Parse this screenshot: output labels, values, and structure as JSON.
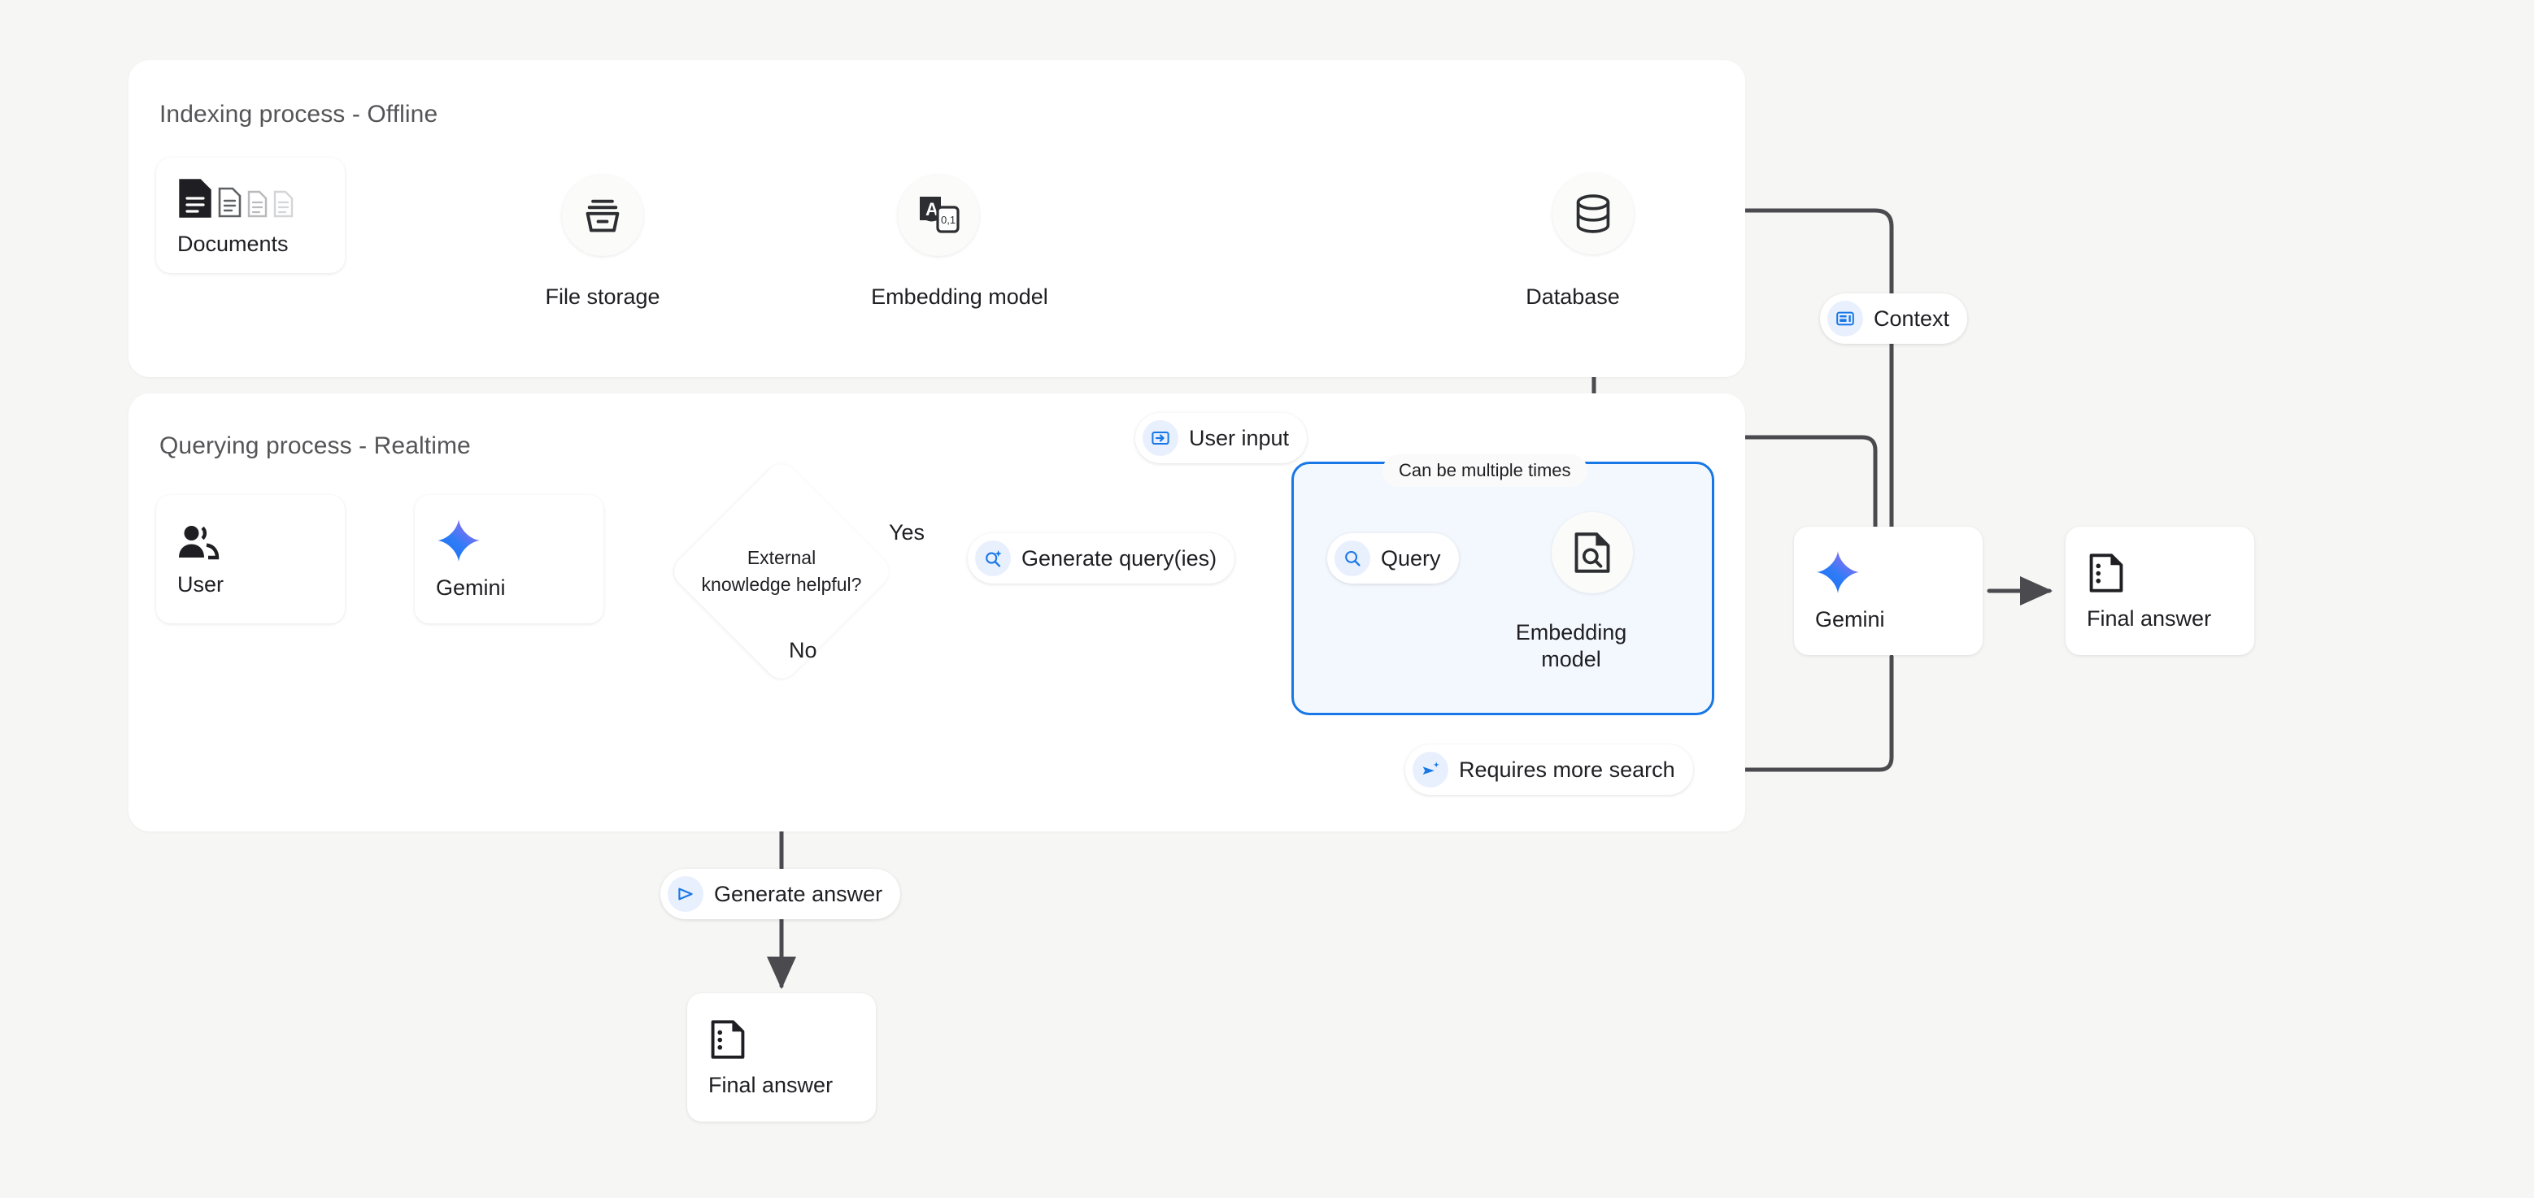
{
  "canvas": {
    "background": "#f6f6f4",
    "accent_blue": "#1877e6",
    "icon_chip_bg": "#e8f0fe",
    "line_color": "#4a4a4f",
    "loop_fill": "#f3f8fe"
  },
  "panels": [
    {
      "id": "indexing",
      "title": "Indexing process - Offline"
    },
    {
      "id": "querying",
      "title": "Querying process - Realtime"
    }
  ],
  "indexing": {
    "nodes": [
      {
        "id": "documents",
        "label": "Documents",
        "icon": "documents-stack-icon",
        "shape": "card"
      },
      {
        "id": "file-storage",
        "label": "File storage",
        "icon": "file-storage-icon",
        "shape": "circle"
      },
      {
        "id": "embedding-model",
        "label": "Embedding model",
        "icon": "translate-embedding-icon",
        "shape": "circle"
      },
      {
        "id": "database",
        "label": "Database",
        "icon": "database-icon",
        "shape": "circle"
      }
    ]
  },
  "querying": {
    "nodes": [
      {
        "id": "user",
        "label": "User",
        "icon": "users-icon",
        "shape": "card"
      },
      {
        "id": "gemini-left",
        "label": "Gemini",
        "icon": "gemini-sparkle-icon",
        "shape": "card"
      },
      {
        "id": "embedding-model-loop",
        "label": "Embedding model",
        "icon": "document-search-icon",
        "shape": "circle"
      },
      {
        "id": "gemini-right",
        "label": "Gemini",
        "icon": "gemini-sparkle-icon",
        "shape": "card"
      },
      {
        "id": "final-answer-right",
        "label": "Final answer",
        "icon": "answer-document-icon",
        "shape": "card"
      },
      {
        "id": "final-answer-bottom",
        "label": "Final answer",
        "icon": "answer-document-icon",
        "shape": "card"
      }
    ],
    "decision": {
      "id": "external-knowledge",
      "text": "External knowledge helpful?"
    },
    "branch_labels": {
      "yes": "Yes",
      "no": "No"
    },
    "loop_note": "Can be multiple times"
  },
  "pills": [
    {
      "id": "context",
      "label": "Context",
      "icon": "context-card-icon"
    },
    {
      "id": "user-input",
      "label": "User input",
      "icon": "input-arrow-icon"
    },
    {
      "id": "generate-query",
      "label": "Generate query(ies)",
      "icon": "search-sparkle-icon"
    },
    {
      "id": "query",
      "label": "Query",
      "icon": "magnifier-icon"
    },
    {
      "id": "requires-more",
      "label": "Requires more search",
      "icon": "send-sparkle-icon"
    },
    {
      "id": "generate-answer",
      "label": "Generate answer",
      "icon": "play-send-icon"
    }
  ]
}
